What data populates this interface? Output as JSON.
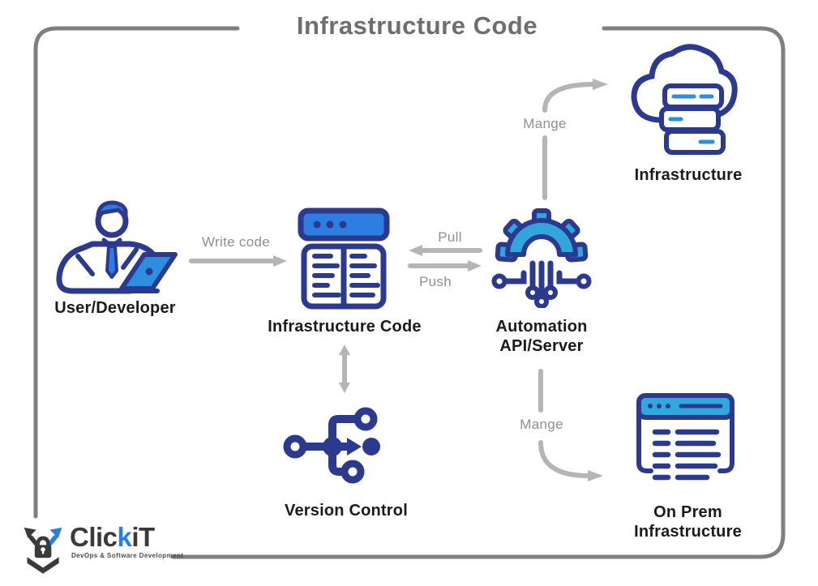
{
  "title": "Infrastructure Code",
  "colors": {
    "navy": "#2b3a8f",
    "medium_blue": "#2e7de0",
    "light_blue": "#31a5dc",
    "dash_blue": "#2e8fd9",
    "arrow_gray": "#b5b5b5",
    "edge_label_gray": "#8f8f8f",
    "title_gray": "#6d6e71",
    "label_black": "#1b1b1b",
    "border_gray": "#7f7f7f"
  },
  "nodes": {
    "user": {
      "label": "User/Developer"
    },
    "infra_code": {
      "label": "Infrastructure Code"
    },
    "automation": {
      "label_line1": "Automation",
      "label_line2": "API/Server"
    },
    "cloud_infra": {
      "label": "Infrastructure"
    },
    "version_control": {
      "label": "Version Control"
    },
    "on_prem": {
      "label_line1": "On Prem",
      "label_line2": "Infrastructure"
    }
  },
  "edges": {
    "write_code": "Write code",
    "pull": "Pull",
    "push": "Push",
    "manage_top": "Mange",
    "manage_bottom": "Mange"
  },
  "logo": {
    "name_part1": "Clic",
    "name_part2": "k",
    "name_part3": "iT",
    "tagline": "DevOps & Software Development"
  }
}
